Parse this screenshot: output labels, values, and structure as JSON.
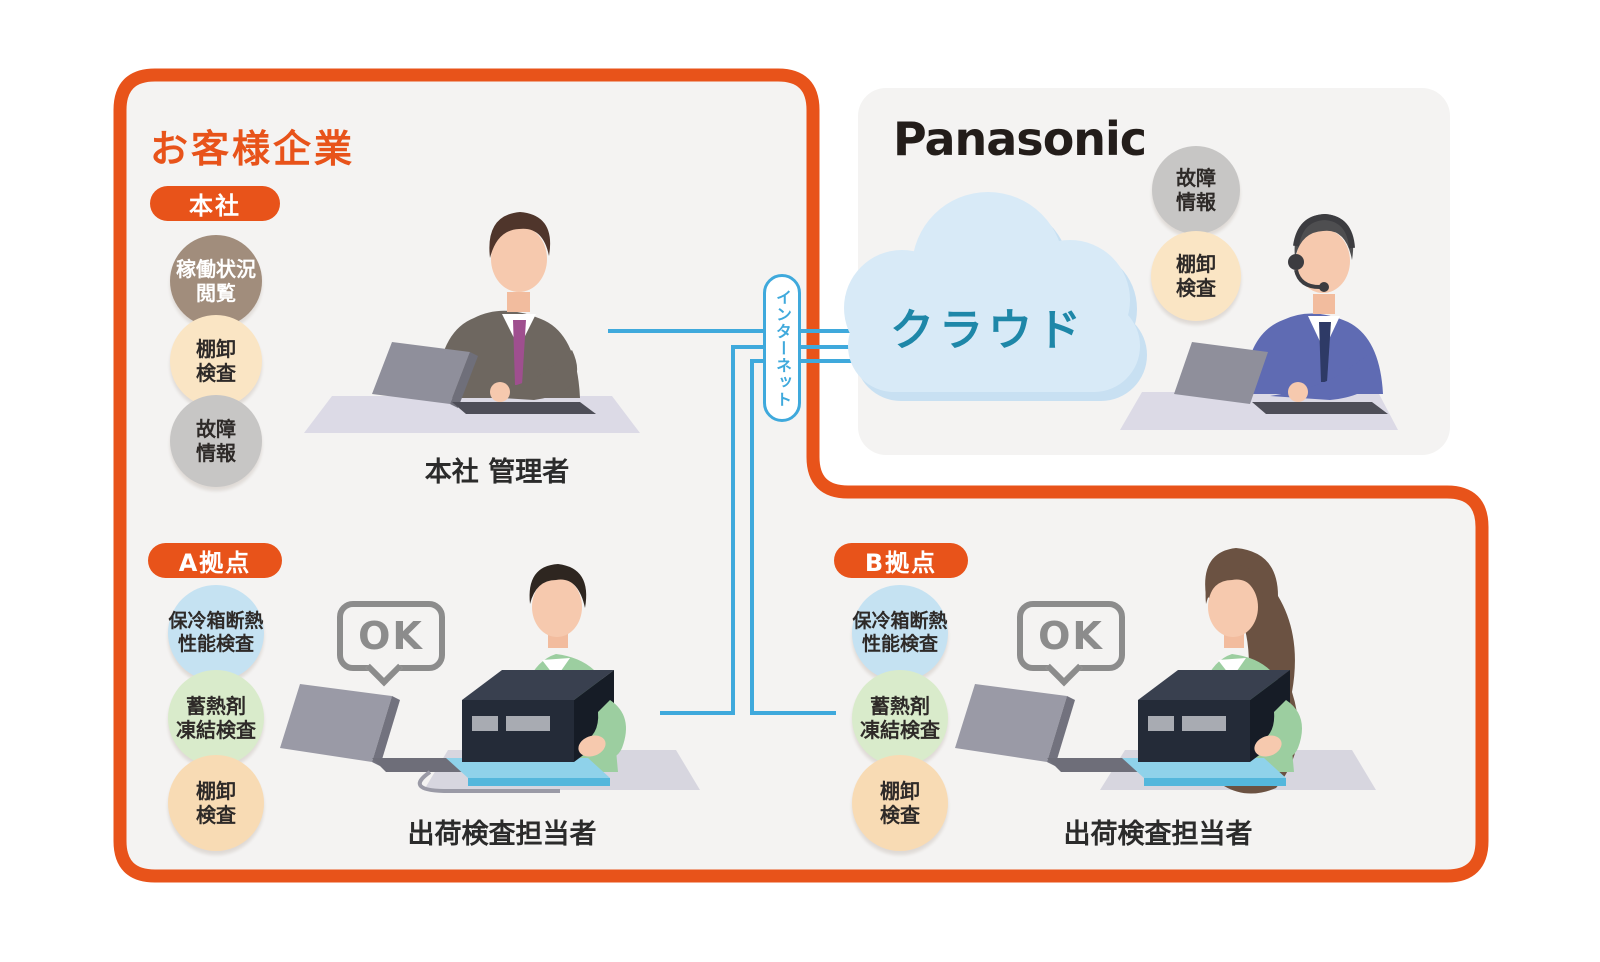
{
  "customer": {
    "title": "お客様企業",
    "border_color": "#E8531A",
    "fill_color": "#F4F3F2"
  },
  "hq": {
    "badge": "本社",
    "tags": [
      {
        "label": "稼働状況\n閲覧",
        "fill": "#A18D7C",
        "text_color": "#FFFFFF"
      },
      {
        "label": "棚卸\n検査",
        "fill": "#FAE5C4",
        "text_color": "#2E2A28"
      },
      {
        "label": "故障\n情報",
        "fill": "#C7C6C5",
        "text_color": "#2E2A28"
      }
    ],
    "person_label": "本社 管理者"
  },
  "site_a": {
    "badge": "A拠点",
    "tags": [
      {
        "label": "保冷箱断熱\n性能検査",
        "fill": "#C5E2F2",
        "text_color": "#2E2A28"
      },
      {
        "label": "蓄熱剤\n凍結検査",
        "fill": "#D9EBCB",
        "text_color": "#2E2A28"
      },
      {
        "label": "棚卸\n検査",
        "fill": "#F8DBB4",
        "text_color": "#2E2A28"
      }
    ],
    "ok_label": "OK",
    "person_label": "出荷検査担当者"
  },
  "site_b": {
    "badge": "B拠点",
    "tags": [
      {
        "label": "保冷箱断熱\n性能検査",
        "fill": "#C5E2F2",
        "text_color": "#2E2A28"
      },
      {
        "label": "蓄熱剤\n凍結検査",
        "fill": "#D9EBCB",
        "text_color": "#2E2A28"
      },
      {
        "label": "棚卸\n検査",
        "fill": "#F8DBB4",
        "text_color": "#2E2A28"
      }
    ],
    "ok_label": "OK",
    "person_label": "出荷検査担当者"
  },
  "panasonic": {
    "logo": "Panasonic",
    "cloud_label": "クラウド",
    "cloud_fill": "#D8EAF7",
    "cloud_text_color": "#1E87A8",
    "tags": [
      {
        "label": "故障\n情報",
        "fill": "#C7C6C5",
        "text_color": "#2E2A28"
      },
      {
        "label": "棚卸\n検査",
        "fill": "#FAE5C4",
        "text_color": "#2E2A28"
      }
    ]
  },
  "internet": {
    "label": "インターネット",
    "line_color": "#3FA9DC"
  }
}
